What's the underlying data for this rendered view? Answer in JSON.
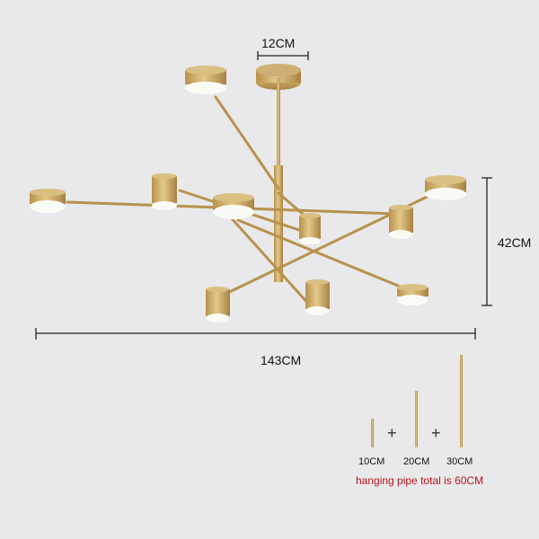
{
  "product": {
    "type": "gold-chandelier-dimension-diagram",
    "lamp_heads": 9
  },
  "dimensions": {
    "canopy_width": "12CM",
    "total_width": "143CM",
    "height": "42CM"
  },
  "hanging_pipes": {
    "items": [
      {
        "label": "10CM"
      },
      {
        "label": "20CM"
      },
      {
        "label": "30CM"
      }
    ],
    "plus_symbol": "+",
    "note": "hanging pipe total is 60CM"
  },
  "colors": {
    "background": "#e9e9eb",
    "brass": "#c9a55a",
    "brass_dark": "#9c7a3a",
    "light": "#fbfbf6",
    "dimension_line": "#222222",
    "note_text": "#b5121b"
  }
}
